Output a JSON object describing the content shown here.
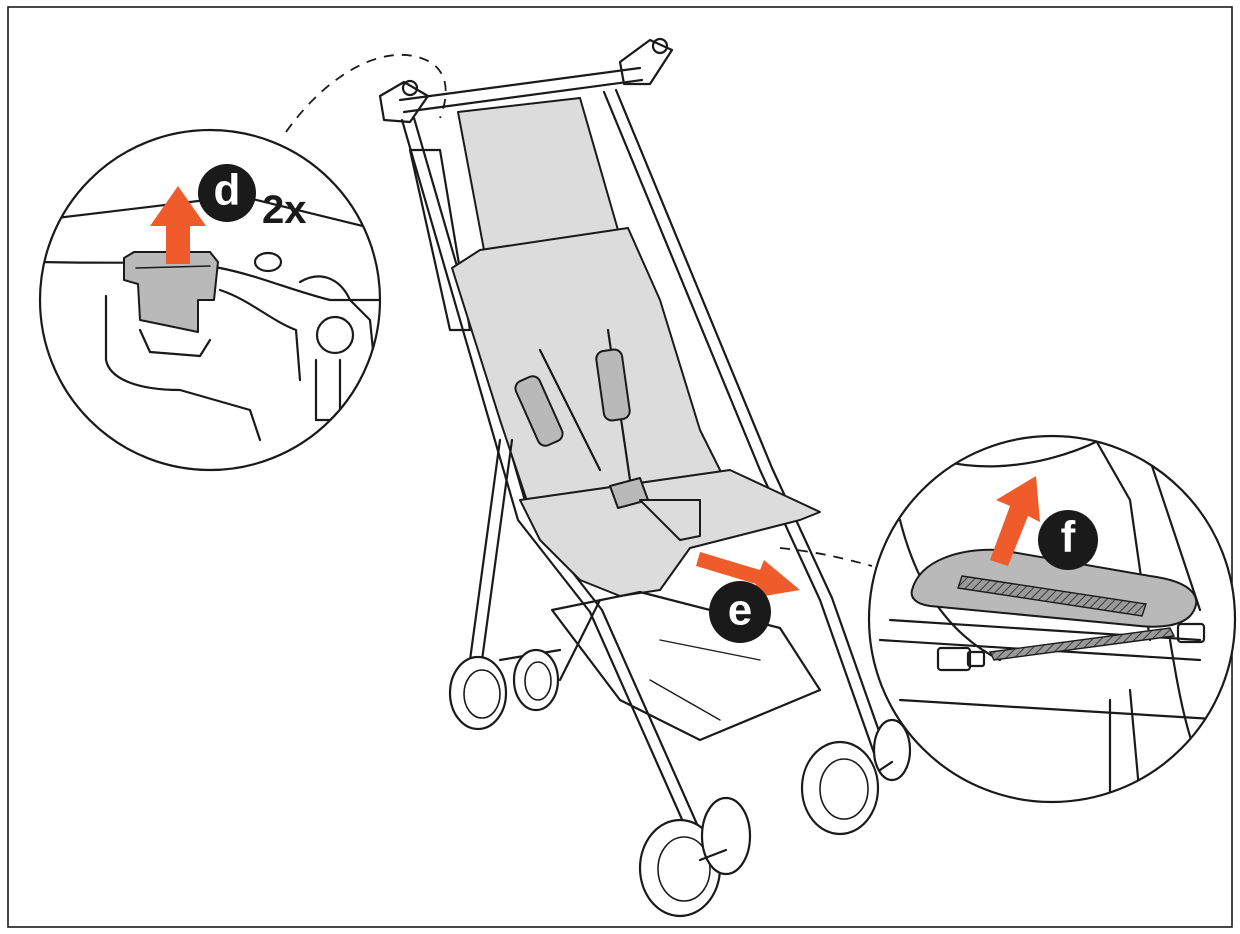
{
  "colors": {
    "arrow": "#ef5b2a",
    "badge": "#1a1a1a",
    "fabric": "#dcdcdc",
    "frame_border": "#1a1a1a"
  },
  "steps": {
    "d": {
      "label": "d",
      "count": "2x"
    },
    "e": {
      "label": "e"
    },
    "f": {
      "label": "f"
    }
  },
  "icons": {
    "arrow": "arrow-icon",
    "badge": "step-badge"
  }
}
